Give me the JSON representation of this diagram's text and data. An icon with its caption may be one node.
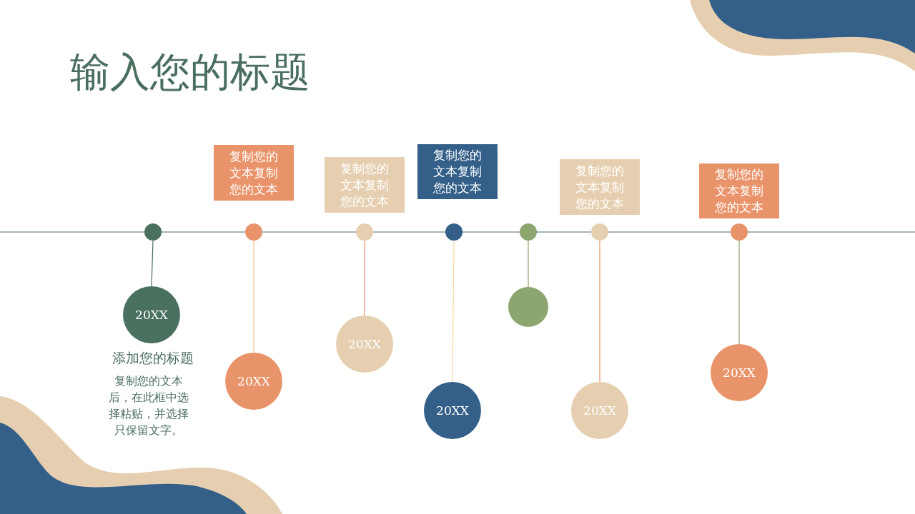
{
  "diagram": {
    "title": "输入您的标题",
    "nodes": [
      {
        "text": [
          "复制您的文本复制您的文本"
        ]
      },
      {
        "text": [
          "复制您的文本复制您的文本"
        ]
      },
      {
        "text": [
          "复制您的文本复制您的文本"
        ]
      },
      {
        "text": [
          "复制您的文本复制您的文本"
        ]
      },
      {
        "text": [
          "复制您的文本复制您的文本"
        ]
      },
      {
        "text": [],
        "shape": "circle"
      },
      {
        "text": [],
        "shape": "circle"
      },
      {
        "text": [],
        "shape": "circle"
      },
      {
        "text": [],
        "shape": "circle"
      },
      {
        "text": [],
        "shape": "circle"
      },
      {
        "text": [],
        "shape": "circle"
      },
      {
        "text": [],
        "shape": "circle"
      },
      {
        "text": [
          "20XX"
        ],
        "beside": [
          "添加您的标题",
          "复制您的文本后，在此框中选择粘贴，并选择只保留文字。"
        ]
      },
      {
        "text": [
          "20XX"
        ]
      },
      {
        "text": [
          "20XX"
        ]
      },
      {
        "text": [
          "20XX"
        ]
      },
      {
        "text": [],
        "shape": "circle"
      },
      {
        "text": [
          "20XX"
        ]
      },
      {
        "text": [
          "20XX"
        ]
      }
    ],
    "edges": [
      {
        "from": 5,
        "to": 12,
        "arrow": "none",
        "color": "#4a7060"
      },
      {
        "from": 6,
        "to": 13,
        "arrow": "none",
        "color": "#f2c48e"
      },
      {
        "from": 7,
        "to": 14,
        "arrow": "none",
        "color": "#e8936a"
      },
      {
        "from": 8,
        "to": 15,
        "arrow": "none",
        "color": "#f5d9a0"
      },
      {
        "from": 9,
        "to": 16,
        "arrow": "none",
        "color": "#8da56e"
      },
      {
        "from": 10,
        "to": 17,
        "arrow": "none",
        "color": "#e8936a"
      },
      {
        "from": 11,
        "to": 18,
        "arrow": "none",
        "color": "#8da56e"
      }
    ]
  }
}
